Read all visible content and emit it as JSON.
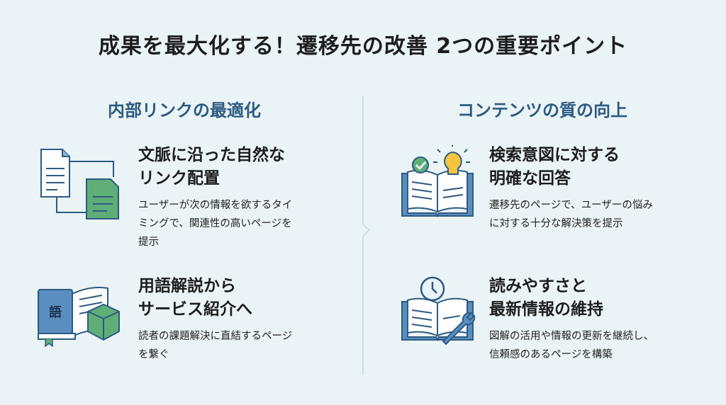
{
  "title": "成果を最大化する！遷移先の改善 2つの重要ポイント",
  "left": {
    "heading": "内部リンクの最適化",
    "items": [
      {
        "title": [
          "文脈に沿った自然な",
          "リンク配置"
        ],
        "body": [
          "ユーザーが次の情報を欲するタイ",
          "ミングで、関連性の高いページを",
          "提示"
        ],
        "icon": "linked-documents"
      },
      {
        "title": [
          "用語解説から",
          "サービス紹介へ"
        ],
        "body": [
          "読者の課題解決に直結するページ",
          "を繋ぐ"
        ],
        "icon": "glossary-book-and-box",
        "icon_text": "語"
      }
    ]
  },
  "right": {
    "heading": "コンテンツの質の向上",
    "items": [
      {
        "title": [
          "検索意図に対する",
          "明確な回答"
        ],
        "body": [
          "遷移先のページで、ユーザーの悩み",
          "に対する十分な解決策を提示"
        ],
        "icon": "book-lightbulb-check"
      },
      {
        "title": [
          "読みやすさと",
          "最新情報の維持"
        ],
        "body": [
          "図解の活用や情報の更新を継続し、",
          "信頼感のあるページを構築"
        ],
        "icon": "book-clock-wrench"
      }
    ]
  },
  "colors": {
    "accent": "#2d5b82",
    "blue": "#5b8ec0",
    "green": "#5fae78",
    "yellow": "#f5c542",
    "bg": "#eaf3f5"
  }
}
